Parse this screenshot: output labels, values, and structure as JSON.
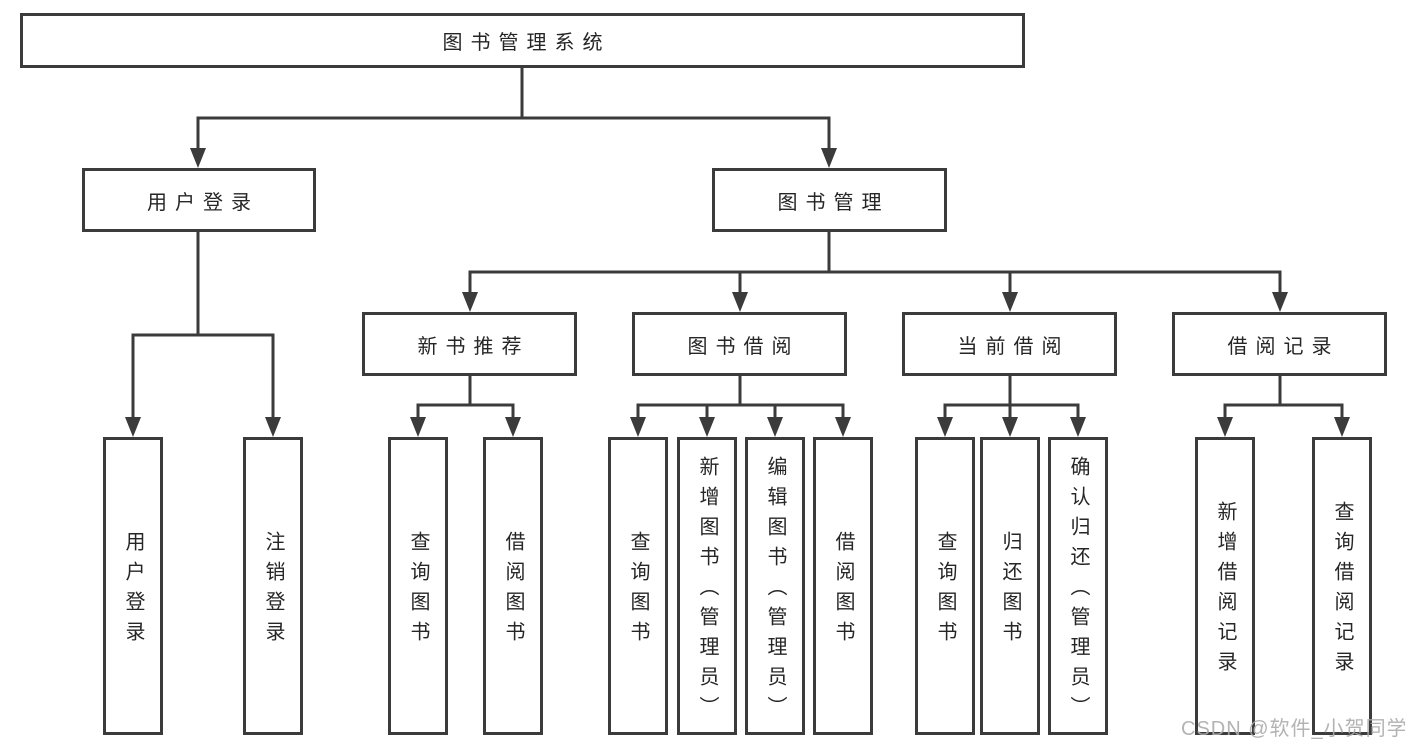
{
  "diagram": {
    "tree": {
      "label": "图书管理系统",
      "children": [
        {
          "label": "用户登录",
          "children": [
            {
              "label": "用户登录"
            },
            {
              "label": "注销登录"
            }
          ]
        },
        {
          "label": "图书管理",
          "children": [
            {
              "label": "新书推荐",
              "children": [
                {
                  "label": "查询图书"
                },
                {
                  "label": "借阅图书"
                }
              ]
            },
            {
              "label": "图书借阅",
              "children": [
                {
                  "label": "查询图书"
                },
                {
                  "label": "新增图书（管理员）"
                },
                {
                  "label": "编辑图书（管理员）"
                },
                {
                  "label": "借阅图书"
                }
              ]
            },
            {
              "label": "当前借阅",
              "children": [
                {
                  "label": "查询图书"
                },
                {
                  "label": "归还图书"
                },
                {
                  "label": "确认归还（管理员）"
                }
              ]
            },
            {
              "label": "借阅记录",
              "children": [
                {
                  "label": "新增借阅记录"
                },
                {
                  "label": "查询借阅记录"
                }
              ]
            }
          ]
        }
      ]
    },
    "colors": {
      "line": "#3b3b3b",
      "text": "#262626",
      "background": "#ffffff",
      "watermark_color": "#ababab"
    }
  },
  "watermark": {
    "text": "CSDN @软件_小贺同学"
  }
}
